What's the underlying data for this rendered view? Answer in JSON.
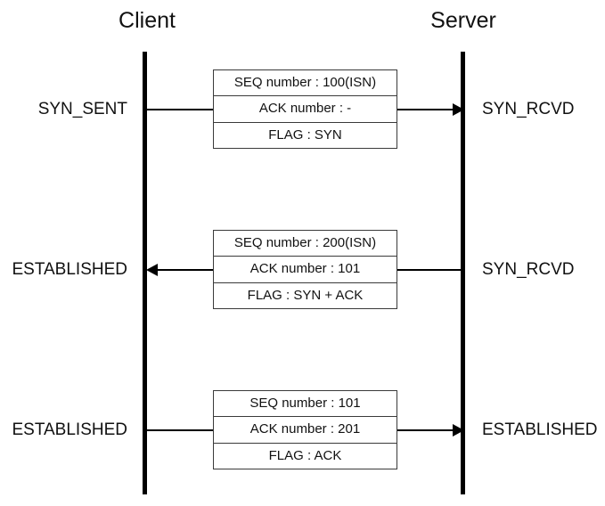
{
  "diagram": {
    "title_client": "Client",
    "title_server": "Server",
    "exchanges": [
      {
        "direction": "client-to-server",
        "left_state": "SYN_SENT",
        "right_state": "SYN_RCVD",
        "seq": "SEQ number : 100(ISN)",
        "ack": "ACK number : -",
        "flag": "FLAG : SYN"
      },
      {
        "direction": "server-to-client",
        "left_state": "ESTABLISHED",
        "right_state": "SYN_RCVD",
        "seq": "SEQ number : 200(ISN)",
        "ack": "ACK number : 101",
        "flag": "FLAG : SYN + ACK"
      },
      {
        "direction": "client-to-server",
        "left_state": "ESTABLISHED",
        "right_state": "ESTABLISHED",
        "seq": "SEQ number : 101",
        "ack": "ACK number : 201",
        "flag": "FLAG : ACK"
      }
    ],
    "colors": {
      "lifeline": "#000000",
      "box_border": "#3a3a3a",
      "text": "#111111",
      "background": "#ffffff"
    }
  }
}
